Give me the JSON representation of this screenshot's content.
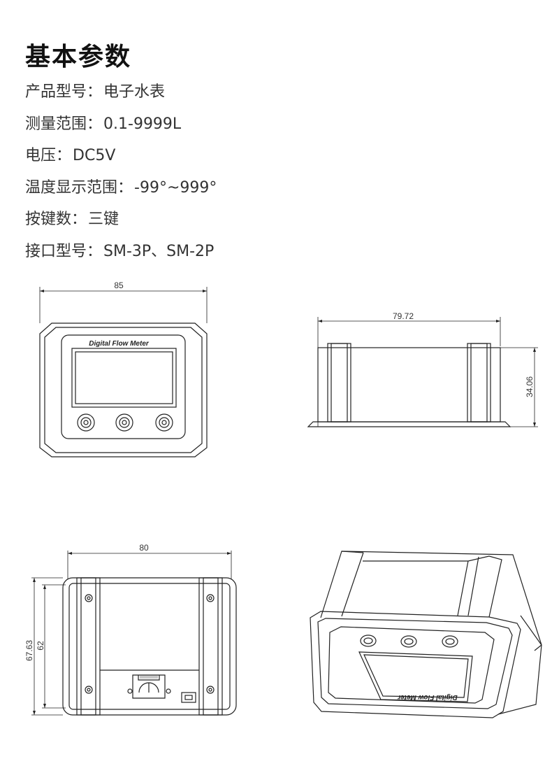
{
  "heading": "基本参数",
  "specs": [
    {
      "label": "产品型号：",
      "value": "电子水表"
    },
    {
      "label": "测量范围：",
      "value": "0.1-9999L"
    },
    {
      "label": "电压：",
      "value": "DC5V"
    },
    {
      "label": "温度显示范围：",
      "value": "-99°~999°"
    },
    {
      "label": "按键数：",
      "value": "三键"
    },
    {
      "label": "接口型号：",
      "value": "SM-3P、SM-2P"
    }
  ],
  "drawings": {
    "front": {
      "width_label": "85",
      "logo": "Digital Flow Meter"
    },
    "side": {
      "width_label": "79.72",
      "height_label": "34.06"
    },
    "back": {
      "width_label": "80",
      "height_outer_label": "67.63",
      "height_inner_label": "62"
    },
    "iso": {
      "logo": "Digital Flow Meter"
    }
  }
}
